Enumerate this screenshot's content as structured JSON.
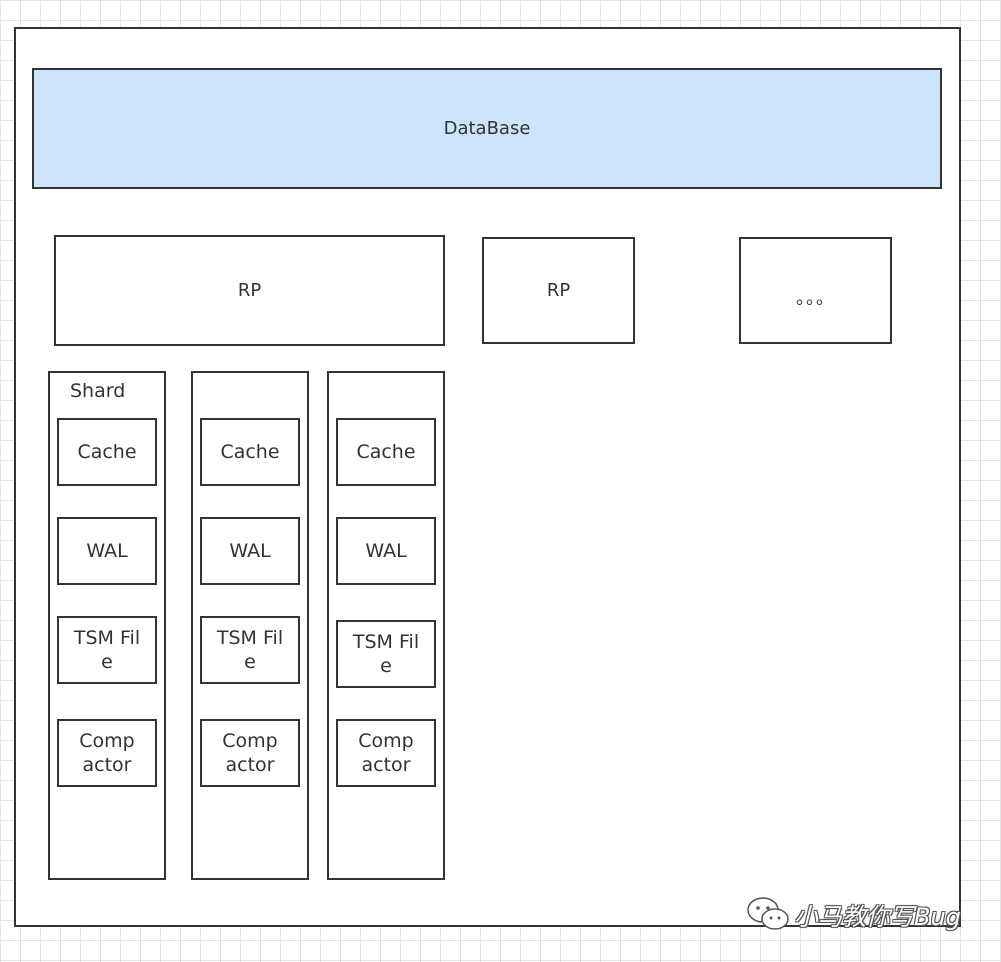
{
  "diagram": {
    "database": "DataBase",
    "rp_blocks": [
      "RP",
      "RP",
      "。。。"
    ],
    "shard_label": "Shard",
    "shards": [
      {
        "components": [
          "Cache",
          "WAL",
          "TSM File",
          "Comp actor"
        ]
      },
      {
        "components": [
          "Cache",
          "WAL",
          "TSM File",
          "Comp actor"
        ]
      },
      {
        "components": [
          "Cache",
          "WAL",
          "TSM File",
          "Comp actor"
        ]
      }
    ]
  },
  "watermark": {
    "text": "小马教你写Bug",
    "icon": "wechat-icon"
  }
}
